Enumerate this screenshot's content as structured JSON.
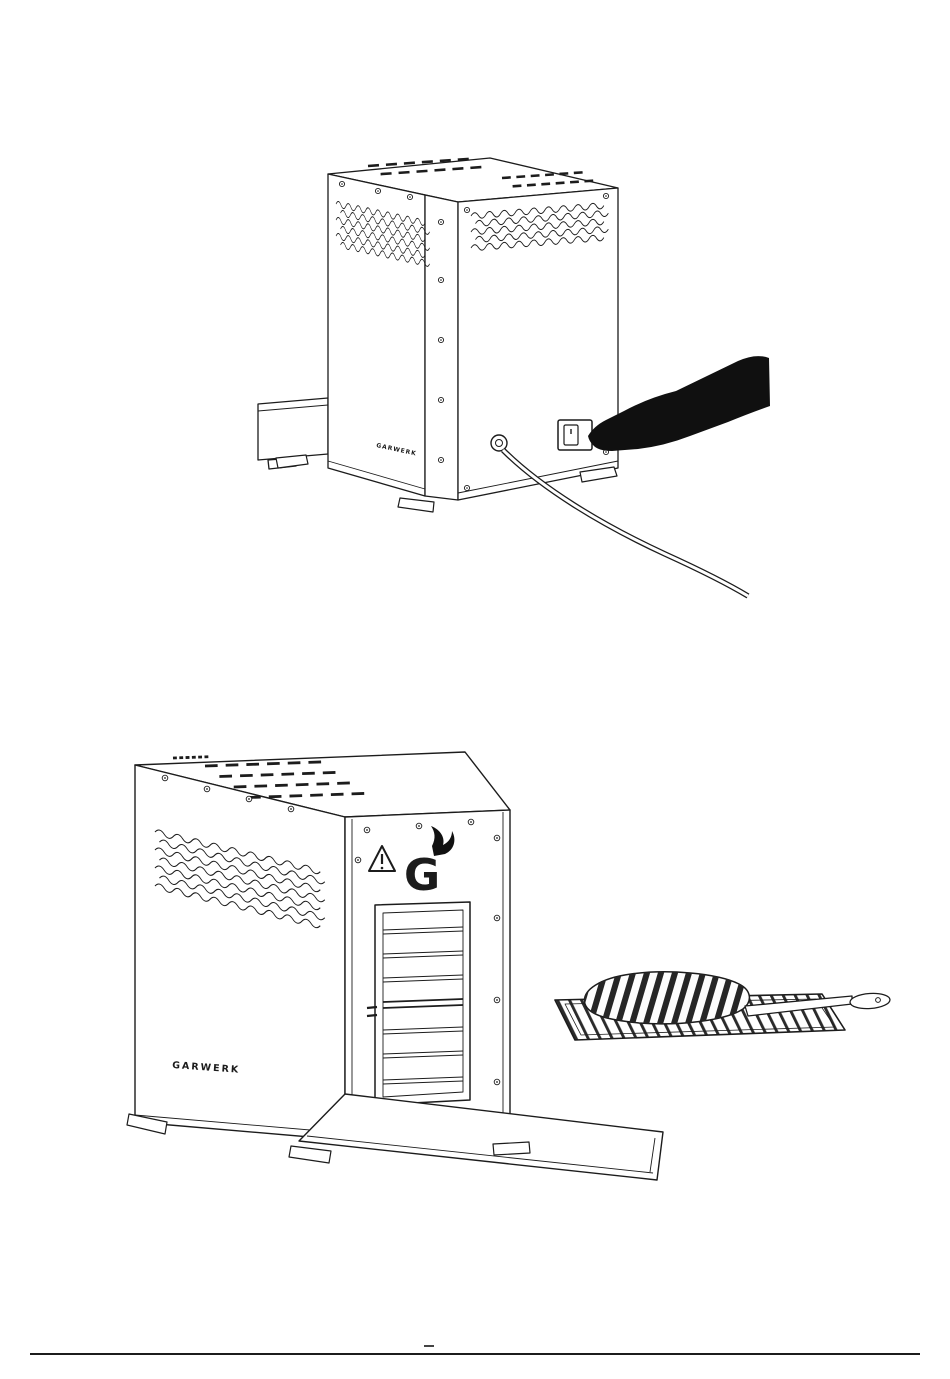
{
  "page": {
    "background": "#ffffff",
    "ink": "#1c1c1c"
  },
  "figures": {
    "top": {
      "id": "rear-view-power-switch",
      "brand": "GARWERK",
      "parts": [
        "appliance-rear",
        "ventilation-waves",
        "top-vent-slots",
        "power-switch",
        "strain-relief",
        "power-cord",
        "pressing-hand",
        "side-tray",
        "feet"
      ]
    },
    "bottom": {
      "id": "front-view-grate-and-steak",
      "brand": "GARWERK",
      "logo": "G",
      "parts": [
        "appliance-front",
        "warning-triangle",
        "flame-logo",
        "rack-opening",
        "rack-rails",
        "drip-tray",
        "grill-grate",
        "steak",
        "spatula",
        "feet"
      ]
    }
  }
}
